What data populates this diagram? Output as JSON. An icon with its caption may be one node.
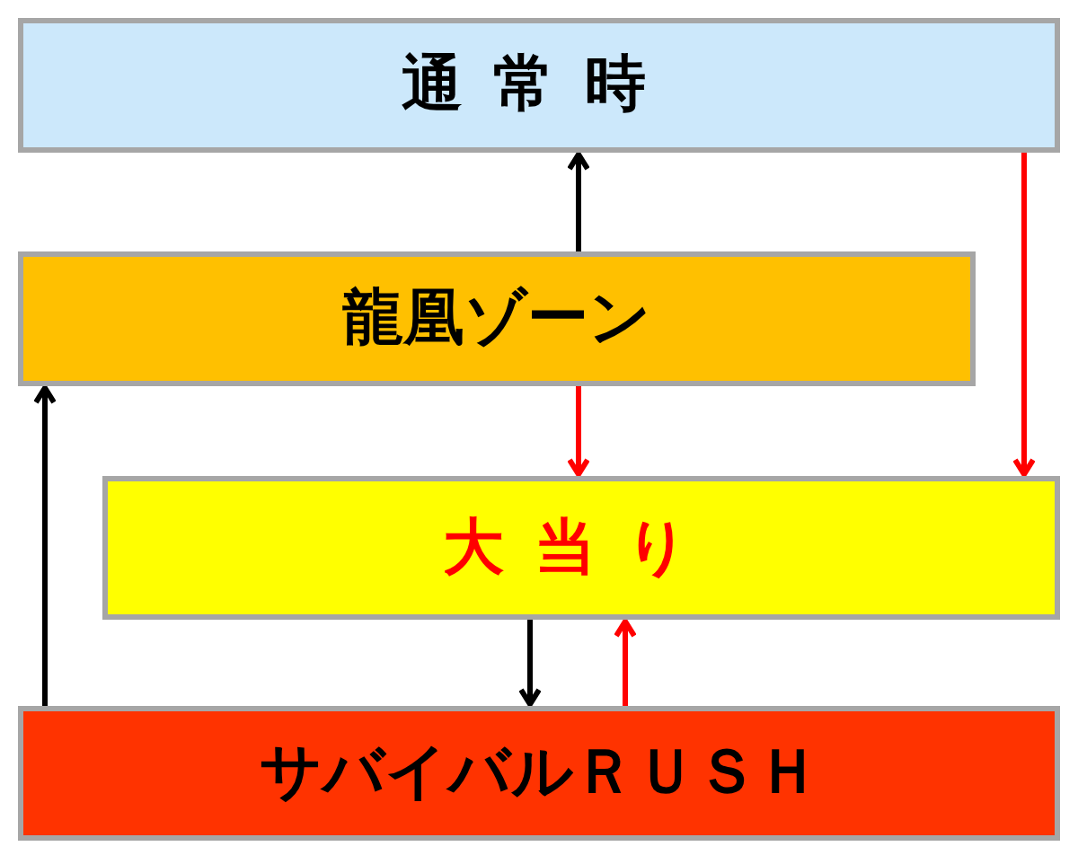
{
  "diagram": {
    "nodes": [
      {
        "text": [
          "通常時"
        ]
      },
      {
        "text": [
          "龍凰ゾーン"
        ]
      },
      {
        "text": [
          "大当り"
        ]
      },
      {
        "text": [
          "サバイバルＲＵＳＨ"
        ]
      }
    ],
    "edges": [
      {
        "from": 1,
        "to": 0,
        "arrow": "to"
      },
      {
        "from": 0,
        "to": 2,
        "arrow": "to",
        "color": "#ff0000"
      },
      {
        "from": 1,
        "to": 2,
        "arrow": "to",
        "color": "#ff0000"
      },
      {
        "from": 2,
        "to": 3,
        "arrow": "to"
      },
      {
        "from": 3,
        "to": 2,
        "arrow": "to",
        "color": "#ff0000"
      },
      {
        "from": 3,
        "to": 1,
        "arrow": "to"
      }
    ]
  }
}
